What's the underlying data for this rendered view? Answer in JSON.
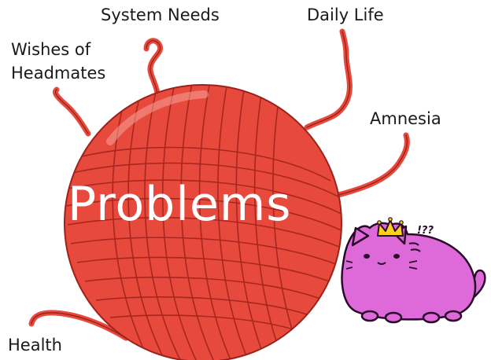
{
  "labels": {
    "system_needs": "System Needs",
    "daily_life": "Daily Life",
    "wishes": "Wishes of\nHeadmates",
    "amnesia": "Amnesia",
    "health": "Health",
    "problems": "Problems",
    "cat_exclaim": "!??"
  },
  "colors": {
    "yarn": "#e8493d",
    "yarn_dark": "#9c2219",
    "cat": "#dd6ad8",
    "crown": "#ffd21a",
    "text": "#1a1a1a"
  },
  "icons": {
    "yarn": "yarn-ball-icon",
    "cat": "pusheen-cat-icon",
    "crown": "crown-icon"
  }
}
